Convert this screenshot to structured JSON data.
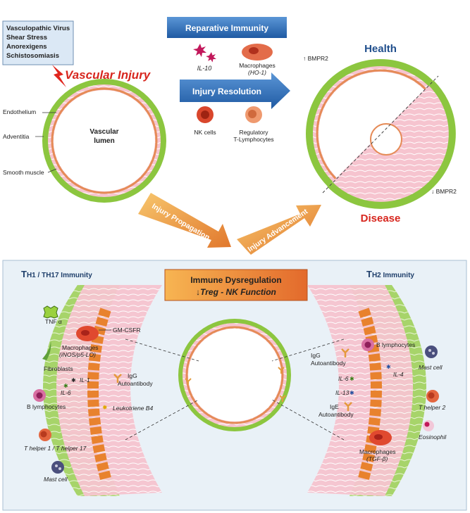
{
  "top": {
    "causes": [
      "Vasculopathic Virus",
      "Shear Stress",
      "Anorexigens",
      "Schistosomiasis"
    ],
    "injury_title": "Vascular Injury",
    "lumen_line1": "Vascular",
    "lumen_line2": "lumen",
    "layers": {
      "endothelium": "Endothelium",
      "adventitia": "Adventitia",
      "smooth_muscle": "Smooth muscle"
    },
    "reparative_banner": "Reparative Immunity",
    "resolution_arrow": "Injury Resolution",
    "propagation_arrow": "Injury Propagation",
    "advancement_arrow": "Injury Advancement",
    "il10": "IL-10",
    "macrophage_line1": "Macrophages",
    "macrophage_line2": "(HO-1)",
    "nk_cells": "NK cells",
    "treg_line1": "Regulatory",
    "treg_line2": "T-Lymphocytes",
    "health": "Health",
    "disease": "Disease",
    "bmpr2_up": "↑ BMPR2",
    "bmpr2_down": "↓ BMPR2"
  },
  "bottom": {
    "left_title_a": "T",
    "left_title_b": "H1 / T",
    "left_title_c": "H17 Immunity",
    "right_title_a": "T",
    "right_title_b": "H2 Immunity",
    "dysreg_line1": "Immune Dysregulation",
    "dysreg_line2": "↓Treg - NK Function",
    "left_labels": {
      "tnf": "TNF α",
      "gmcsf": "GM-CSFR",
      "macro_line1": "Macrophages",
      "macro_line2": "(iNOS/p5-LO)",
      "fibroblasts": "Fibroblasts",
      "il1": "IL-1",
      "il6": "IL-6",
      "igg_line1": "IgG",
      "igg_line2": "Autoantibody",
      "b_lymph": "B lymphocytes",
      "leukotriene": "Leukotriene B4",
      "th1_th17": "T helper 1 / T helper 17",
      "mast_cell": "Mast cell"
    },
    "right_labels": {
      "igg_line1": "IgG",
      "igg_line2": "Autoantibody",
      "b_lymph": "B lymphocytes",
      "il4": "IL-4",
      "il6": "IL-6",
      "il13": "IL-13",
      "mast_cell": "Mast cell",
      "ige_line1": "IgE",
      "ige_line2": "Autoantibody",
      "th2": "T helper 2",
      "eosinophil": "Eosinophil",
      "macro_line1": "Macrophages",
      "macro_line2": "(TGF-β)"
    }
  },
  "colors": {
    "green": "#8cc63f",
    "pink": "#f4b6c2",
    "blue_banner": "#2f6db5",
    "orange_arrow": "#f09a3e",
    "red_text": "#d7261e",
    "panel_bg": "#e9f1f7"
  }
}
